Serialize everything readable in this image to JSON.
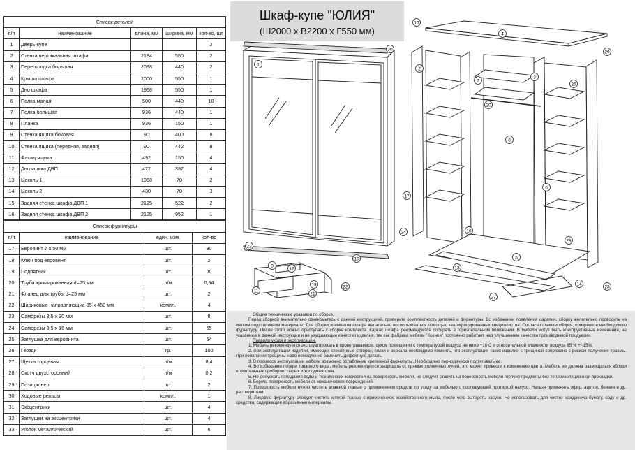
{
  "parts": {
    "caption": "Список деталей",
    "headers": [
      "п/п",
      "наименование",
      "длина, мм",
      "ширина, мм",
      "кол-во, шт"
    ],
    "rows": [
      [
        "1",
        "Дверь-купе",
        "",
        "",
        "2"
      ],
      [
        "2",
        "Стенка вертикальная шкафа",
        "2184",
        "550",
        "2"
      ],
      [
        "3",
        "Перегородка большая",
        "2098",
        "440",
        "2"
      ],
      [
        "4",
        "Крыша шкафа",
        "2000",
        "550",
        "1"
      ],
      [
        "5",
        "Дно шкафа",
        "1968",
        "550",
        "1"
      ],
      [
        "6",
        "Полка малая",
        "500",
        "440",
        "10"
      ],
      [
        "7",
        "Полка большая",
        "936",
        "440",
        "1"
      ],
      [
        "8",
        "Планка",
        "936",
        "150",
        "1"
      ],
      [
        "9",
        "Стенка ящика боковая",
        "90",
        "400",
        "8"
      ],
      [
        "10",
        "Стенка ящика  (передняя, задняя)",
        "90",
        "442",
        "8"
      ],
      [
        "11",
        "Фасад ящика",
        "492",
        "150",
        "4"
      ],
      [
        "12",
        "Дно ящика ДВП",
        "472",
        "397",
        "4"
      ],
      [
        "13",
        "Цоколь 1",
        "1968",
        "70",
        "2"
      ],
      [
        "14",
        "Цоколь 2",
        "430",
        "70",
        "3"
      ],
      [
        "15",
        "Задняя стенка  шкафа ДВП 1",
        "2125",
        "522",
        "2"
      ],
      [
        "16",
        "Задняя стенка шкафа ДВП 2",
        "2125",
        "952",
        "1"
      ]
    ]
  },
  "hardware": {
    "caption": "Список фурнитуры",
    "headers": [
      "п/п",
      "наименование",
      "един. изм.",
      "кол-во"
    ],
    "rows": [
      [
        "17",
        "Евровинт 7 х 50 мм",
        "шт.",
        "80"
      ],
      [
        "18",
        "Ключ под евровинт",
        "шт.",
        "2"
      ],
      [
        "19",
        "Подпятник",
        "шт.",
        "8"
      ],
      [
        "20",
        "Труба хромированная d=25 мм",
        "п/м",
        "0,94"
      ],
      [
        "21",
        "Фланец для трубы d=25 мм",
        "шт.",
        "2"
      ],
      [
        "22",
        "Шариковые направляющие 35 х 450 мм",
        "компл.",
        "4"
      ],
      [
        "23",
        "Саморезы 3,5 х 30 мм",
        "шт.",
        "8"
      ],
      [
        "24",
        "Саморезы 3,5 х 16 мм",
        "шт.",
        "55"
      ],
      [
        "25",
        "Заглушка для евровинта",
        "шт.",
        "54"
      ],
      [
        "26",
        "Гвозди",
        "гр.",
        "100"
      ],
      [
        "27",
        "Щетка торцевая",
        "п/м",
        "8,4"
      ],
      [
        "28",
        "Скотч двухсторонний",
        "п/м",
        "0,2"
      ],
      [
        "29",
        "Позиционер",
        "шт.",
        "2"
      ],
      [
        "30",
        "Ходовые рельсы",
        "компл.",
        "1"
      ],
      [
        "31",
        "Эксцентрики",
        "шт.",
        "4"
      ],
      [
        "32",
        "Заглушки на эксцентрики",
        "шт.",
        "4"
      ],
      [
        "33",
        "Уголок металлический",
        "шт.",
        "6"
      ]
    ]
  },
  "title": {
    "line1": "Шкаф-купе \"ЮЛИЯ\"",
    "line2": "(Ш2000 х В2200 х Г550 мм)"
  },
  "callouts": [
    "1",
    "2",
    "3",
    "4",
    "5",
    "6",
    "7",
    "8",
    "9",
    "10",
    "11",
    "12",
    "13",
    "14",
    "15",
    "16",
    "17",
    "19",
    "20",
    "21",
    "22",
    "23",
    "24",
    "25",
    "26",
    "27",
    "28",
    "29",
    "30"
  ],
  "notes": {
    "heading": "Общие технические указания по сборке.",
    "intro": "Перед сборкой внимательно ознакомьтесь с данной инструкцией, проверьте комплектность деталей и фурнитуры. Во избежании появления царапин, сборку желательно проводить на мягком подстилочном материале. Для сборки элементов шкафа желательно воспользоваться помощью квалифицированных специалистов. Согласно схемам сборки, прикрепите необходимую фурнитуру. После этого можно приступать к сборке комплекта. Каркас шкафа рекомендуется собирать в горизонтальном положении. В мебели могут быть конструктивные изменения, не указанные в данной инструкции и не ухудшающие качество изделия, так как фабрика мебели \"Ксения\" постоянно работает над улучшением качества производимой продукции.",
    "rules_heading": "Правила ухода и эксплуатации.",
    "rules": [
      "1. Мебель рекомендуется эксплуатировать в проветриваемом, сухом помещении с температурой воздуха не ниже +10 С и относительной влажности воздуха 65 % +/-15%.",
      "2. При эксплуатации изделий, имеющих стеклянные створки, полки и зеркала необходимо помнить, что эксплуатация таких изделий с трещиной сопряжено с риском получения травмы. При появлении трещины надо немедленно заменить дефектную деталь.",
      "3. В процессе эксплуатации мебели возможно ослабление крепежной фурнитуры. Необходимо периодически подтягивать ее.",
      "4. Во избежании потери товарного вида, мебель рекомендуется защищать от прямых солнечных лучей, это может привести к изменению цвета. Мебель не должна размещаться вблизи отопительных приборов, сырых и холодных стен.",
      "5. Не допускать попадания воды и технических жидкостей на поверхность мебели, не следует ставить на поверхность мебели горячие предметы без теплоизоляционной прокладки.",
      "6. Беречь поверхность мебели от механических повреждений.",
      "7. Поверхность мебели нужно чистить влажной тканью с применением средств по уходу за мебелью с последующей протиркой насухо. Нельзя применять эфир, ацетон, бензин и др. растворители.",
      "8. Лицевую фурнитуру следует чистить мягкой тканью с применением хозяйственного мыла, после чего вытереть насухо. Не использовать для чистки наждачную бумагу, соду и др. средства, содержащие абразивные материалы."
    ]
  }
}
